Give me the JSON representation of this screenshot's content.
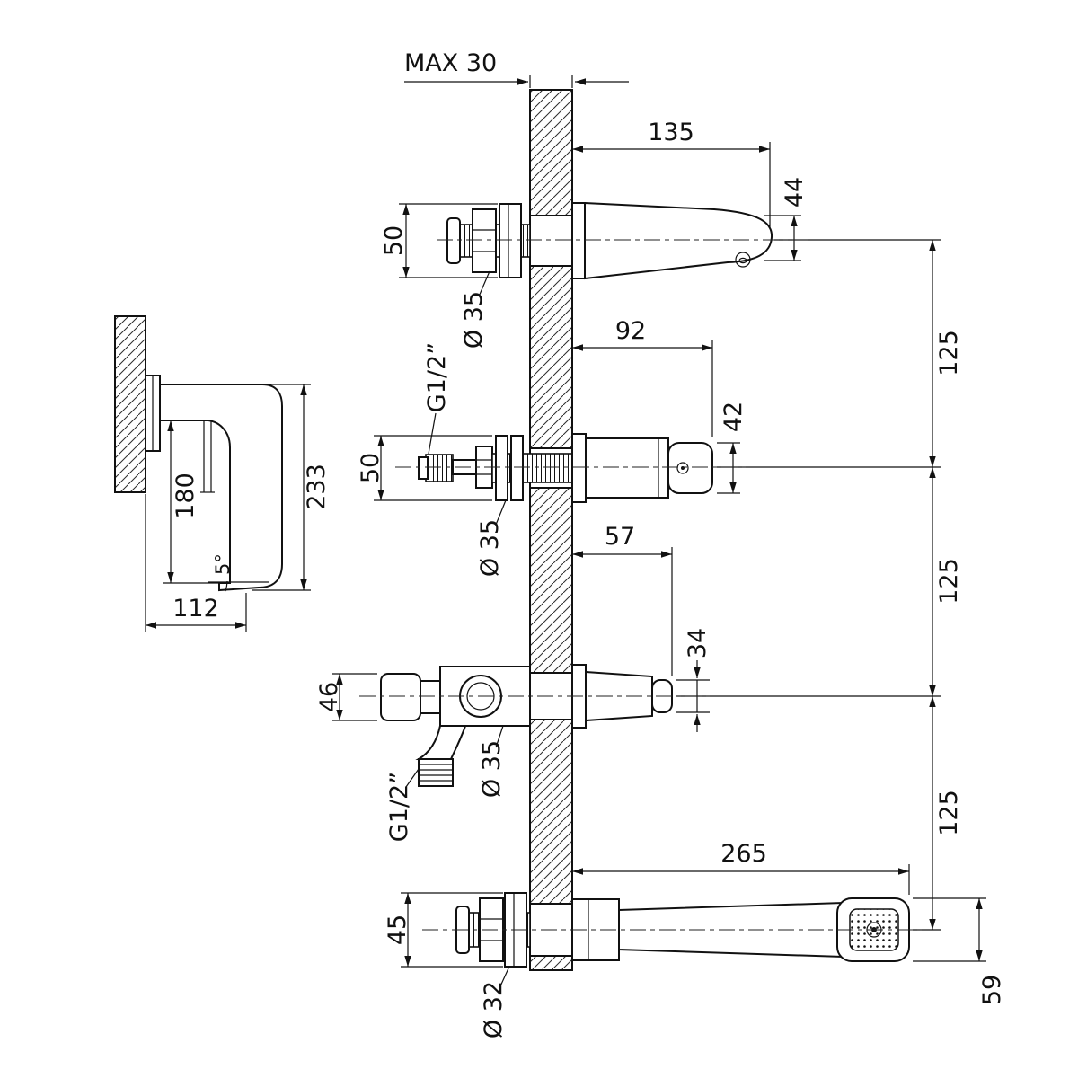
{
  "drawing": {
    "title": "Wall-mounted bath mixer with hand shower — installation dimensions",
    "labels": {
      "max_offset": "MAX  30",
      "spout_length": "135",
      "spout_tip_height": "44",
      "spout_trim_height": "50",
      "spout_hole": "Ø 35",
      "valve_length": "92",
      "valve_handle_height": "42",
      "valve_trim_height": "50",
      "valve_thread": "G1/2”",
      "valve_hole": "Ø 35",
      "diverter_length": "57",
      "diverter_knob_height": "34",
      "diverter_trim_height": "46",
      "diverter_hole": "Ø 35",
      "diverter_thread": "G1/2”",
      "shower_length": "265",
      "shower_trim_height": "45",
      "shower_hole": "Ø 32",
      "shower_head_height": "59",
      "pitch_1": "125",
      "pitch_2": "125",
      "pitch_3": "125",
      "side_total_height": "233",
      "side_drop": "180",
      "side_reach": "112",
      "outlet_angle": "5°"
    }
  }
}
